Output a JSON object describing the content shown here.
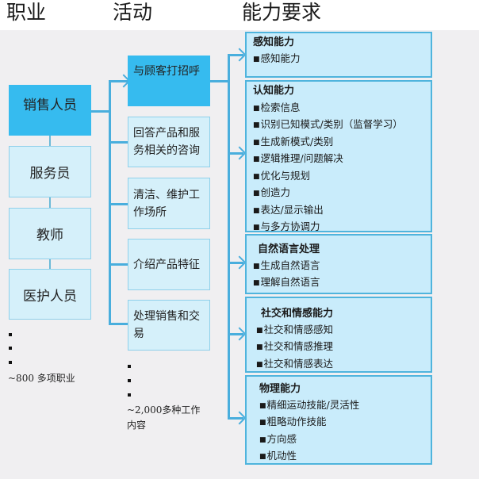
{
  "headers": {
    "occupations": "职业",
    "activities": "活动",
    "abilities": "能力要求"
  },
  "occupations": [
    {
      "label": "销售人员",
      "active": true
    },
    {
      "label": "服务员",
      "active": false
    },
    {
      "label": "教师",
      "active": false
    },
    {
      "label": "医护人员",
      "active": false
    }
  ],
  "occupations_note": "~800 多项职业",
  "activities": [
    {
      "label": "与顾客打招呼",
      "active": true
    },
    {
      "label": "回答产品和服务相关的咨询",
      "active": false
    },
    {
      "label": "清洁、维护工作场所",
      "active": false
    },
    {
      "label": "介绍产品特征",
      "active": false
    },
    {
      "label": "处理销售和交易",
      "active": false
    }
  ],
  "activities_note_line1": "~2,000多种工作",
  "activities_note_line2": "内容",
  "abilities": [
    {
      "title": "感知能力",
      "items": [
        "感知能力"
      ]
    },
    {
      "title": "认知能力",
      "items": [
        "检索信息",
        "识别已知模式/类别（监督学习）",
        "生成新模式/类别",
        "逻辑推理/问题解决",
        "优化与规划",
        "创造力",
        "表达/显示输出",
        "与多方协调力"
      ]
    },
    {
      "title": "自然语言处理",
      "items": [
        "生成自然语言",
        "理解自然语言"
      ]
    },
    {
      "title": "社交和情感能力",
      "items": [
        "社交和情感感知",
        "社交和情感推理",
        "社交和情感表达"
      ]
    },
    {
      "title": "物理能力",
      "items": [
        "精细运动技能/灵活性",
        "粗略动作技能",
        "方向感",
        "机动性"
      ]
    }
  ],
  "colors": {
    "active_fill": "#36bbef",
    "box_fill": "#d5f0fa",
    "ability_fill": "#c9ecfb",
    "connector": "#49aedd",
    "background": "#f0eff1"
  }
}
